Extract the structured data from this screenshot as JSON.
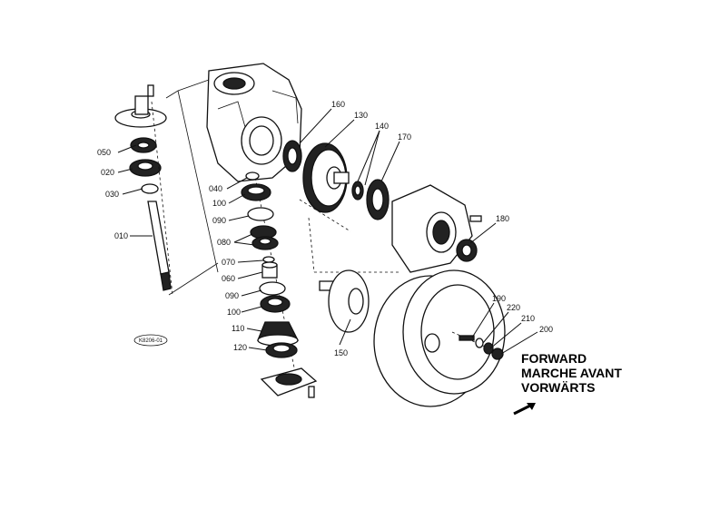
{
  "labels": {
    "p010": "010",
    "p020": "020",
    "p030": "030",
    "p040": "040",
    "p050": "050",
    "p060": "060",
    "p070": "070",
    "p080": "080",
    "p090a": "090",
    "p090b": "090",
    "p100a": "100",
    "p100b": "100",
    "p110": "110",
    "p120": "120",
    "p130": "130",
    "p140": "140",
    "p150": "150",
    "p160": "160",
    "p170": "170",
    "p180": "180",
    "p190": "190",
    "p200": "200",
    "p210": "210",
    "p220": "220"
  },
  "reference_tag": "K8206-01",
  "direction": {
    "line1": "FORWARD",
    "line2": "MARCHE AVANT",
    "line3": "VORWÄRTS"
  }
}
